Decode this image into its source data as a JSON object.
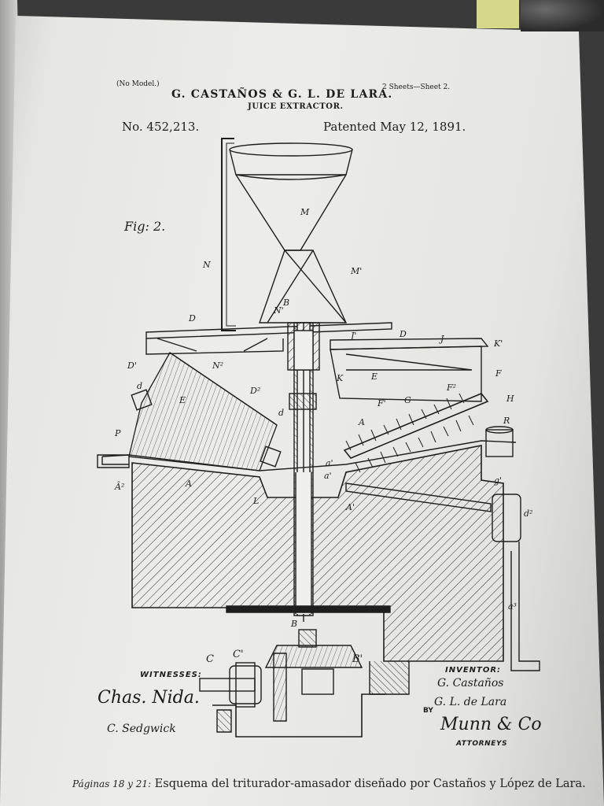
{
  "header": {
    "no_model": "(No Model.)",
    "sheets": "2 Sheets—Sheet 2.",
    "inventors": "G. CASTAÑOS & G. L. DE LARA.",
    "title": "JUICE EXTRACTOR.",
    "patent_number": "No. 452,213.",
    "patent_date": "Patented May 12, 1891."
  },
  "figure": {
    "label": "Fig: 2.",
    "parts": [
      "M",
      "N",
      "M'",
      "N'",
      "B",
      "D",
      "D",
      "J",
      "J'",
      "D'",
      "N²",
      "K",
      "K'",
      "E",
      "F",
      "F²",
      "d",
      "D²",
      "d",
      "E",
      "F'",
      "G",
      "H",
      "R",
      "P",
      "A",
      "Â²",
      "A",
      "L",
      "a'",
      "a'",
      "A'",
      "g'",
      "d²",
      "a³",
      "B",
      "C",
      "C'",
      "B'"
    ]
  },
  "signatures": {
    "witnesses_label": "WITNESSES:",
    "witness_1": "Chas. Nida.",
    "witness_2": "C. Sedgwick",
    "inventor_label": "INVENTOR:",
    "inventor_1": "G. Castaños",
    "by_label": "BY",
    "inventor_2": "G. L. de Lara",
    "attorney_sig": "Munn & Co",
    "attorneys_label": "ATTORNEYS"
  },
  "caption": {
    "pages": "Páginas 18 y 21:",
    "text": "Esquema del triturador-amasador diseñado por Castaños y López de Lara."
  }
}
